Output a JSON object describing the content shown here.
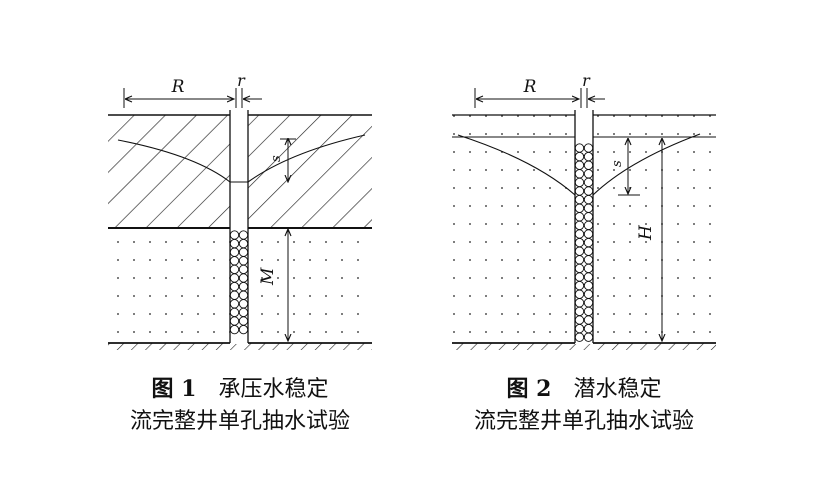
{
  "figure1": {
    "labels": {
      "R": "R",
      "r": "r",
      "s": "s",
      "M": "M"
    },
    "caption": {
      "number": "图 1",
      "title": "承压水稳定",
      "line2": "流完整井单孔抽水试验"
    }
  },
  "figure2": {
    "labels": {
      "R": "R",
      "r": "r",
      "s": "s",
      "H": "H"
    },
    "caption": {
      "number": "图 2",
      "title": "潜水稳定",
      "line2": "流完整井单孔抽水试验"
    }
  },
  "colors": {
    "ink": "#111111",
    "background": "#ffffff"
  }
}
